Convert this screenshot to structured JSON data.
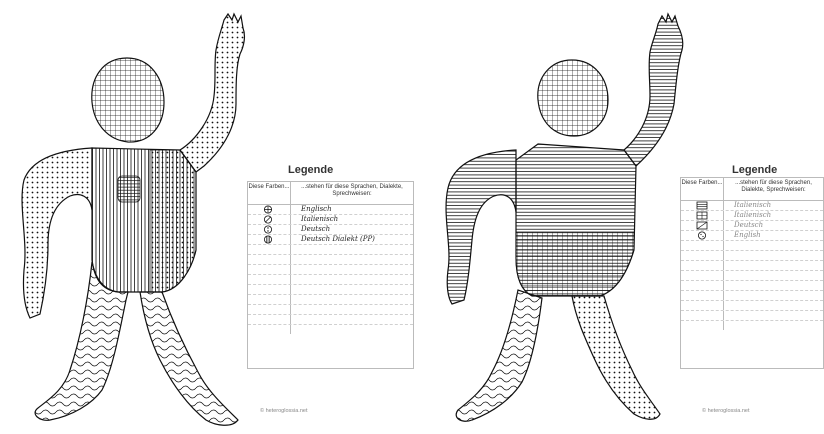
{
  "left_panel": {
    "legend_title": "Legende",
    "col1_header": "Diese Farben...",
    "col2_header": "...stehen für diese Sprachen, Dialekte, Sprechweisen:",
    "entries": [
      "Englisch",
      "Italienisch",
      "Deutsch",
      "Deutsch Dialekt (PP)",
      "",
      "",
      "",
      "",
      "",
      "",
      "",
      "",
      ""
    ],
    "copyright": "© heteroglossia.net"
  },
  "right_panel": {
    "legend_title": "Legende",
    "col1_header": "Diese Farben...",
    "col2_header": "...stehen für diese Sprachen, Dialekte, Sprechweisen:",
    "entries": [
      "Italienisch",
      "Italienisch",
      "Deutsch",
      "English",
      "",
      "",
      "",
      "",
      "",
      "",
      "",
      "",
      ""
    ],
    "copyright": "© heteroglossia.net"
  },
  "colors": {
    "ink": "#111111",
    "border": "#bbbbbb",
    "handwriting": "#444444"
  }
}
